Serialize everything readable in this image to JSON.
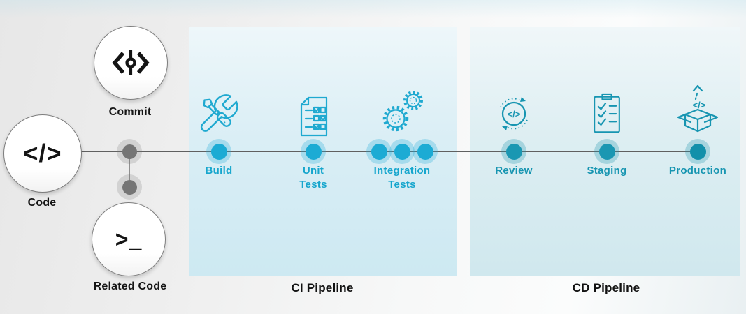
{
  "source_nodes": {
    "code": {
      "label": "Code",
      "icon": "code-brackets-icon"
    },
    "commit": {
      "label": "Commit",
      "icon": "git-commit-icon"
    },
    "related_code": {
      "label": "Related Code",
      "icon": "terminal-icon"
    }
  },
  "ci_pipeline": {
    "title": "CI Pipeline",
    "steps": [
      {
        "label": "Build",
        "icon": "build-tools-icon",
        "nodes": 1
      },
      {
        "label": "Unit Tests",
        "icon": "unit-tests-checklist-icon",
        "nodes": 1
      },
      {
        "label": "Integration Tests",
        "icon": "integration-gears-icon",
        "nodes": 3
      }
    ]
  },
  "cd_pipeline": {
    "title": "CD Pipeline",
    "steps": [
      {
        "label": "Review",
        "icon": "code-review-icon",
        "nodes": 1
      },
      {
        "label": "Staging",
        "icon": "staging-clipboard-icon",
        "nodes": 1
      },
      {
        "label": "Production",
        "icon": "production-deploy-icon",
        "nodes": 1
      }
    ]
  },
  "glyphs": {
    "code": "</>",
    "terminal": ">_"
  },
  "colors": {
    "ci_accent": "#1BA9D0",
    "cd_accent": "#1795B1",
    "ci_node": "#1CABD4",
    "cd_node": "#1A97B2",
    "production_node": "#1290AA",
    "panel_blue": "#CDE9F2",
    "timeline_gray": "#606060",
    "label_black": "#161616"
  }
}
